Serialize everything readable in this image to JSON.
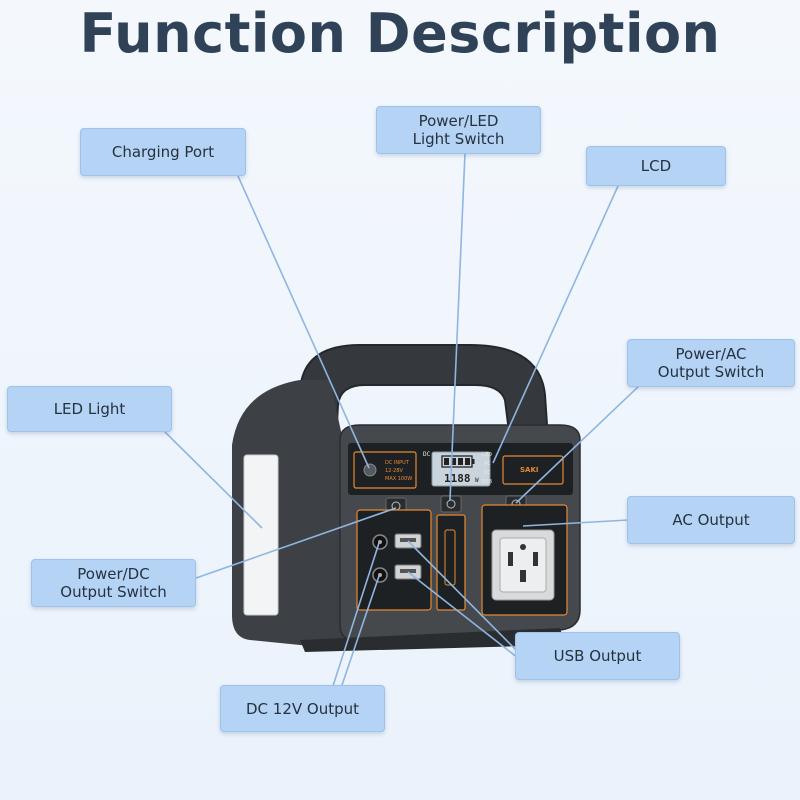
{
  "title": "Function Description",
  "callouts": {
    "charging_port": "Charging Port",
    "power_led_switch": "Power/LED\nLight Switch",
    "lcd": "LCD",
    "power_ac_switch": "Power/AC\nOutput Switch",
    "led_light": "LED Light",
    "ac_output": "AC Output",
    "power_dc_switch": "Power/DC\nOutput Switch",
    "usb_output": "USB Output",
    "dc_12v_output": "DC 12V Output"
  },
  "device": {
    "lcd_readout": "1188",
    "lcd_unit": "W",
    "lcd_left_label": "DC",
    "lcd_right_labels": [
      "LED",
      "AC",
      "DC",
      "USB"
    ],
    "brand_text": "SAKI"
  },
  "colors": {
    "callout_bg": "#b4d3f5",
    "leader_line": "#8fb5e0",
    "body_dark": "#3b3f44",
    "panel_black": "#1e2124",
    "accent_orange": "#e58a32"
  }
}
